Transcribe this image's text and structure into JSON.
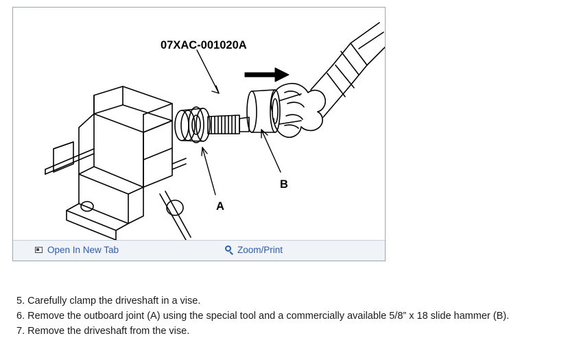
{
  "figure": {
    "part_number_label": "07XAC-001020A",
    "callout_a": "A",
    "callout_b": "B",
    "toolbar": {
      "open_in_new_tab": "Open In New Tab",
      "zoom_print": "Zoom/Print",
      "link_color": "#2a5db0",
      "bar_color": "#f0f4f8"
    }
  },
  "steps": [
    "5. Carefully clamp the driveshaft in a vise.",
    "6. Remove the outboard joint (A) using the special tool and a commercially available 5/8” x 18 slide hammer (B).",
    "7. Remove the driveshaft from the vise."
  ]
}
